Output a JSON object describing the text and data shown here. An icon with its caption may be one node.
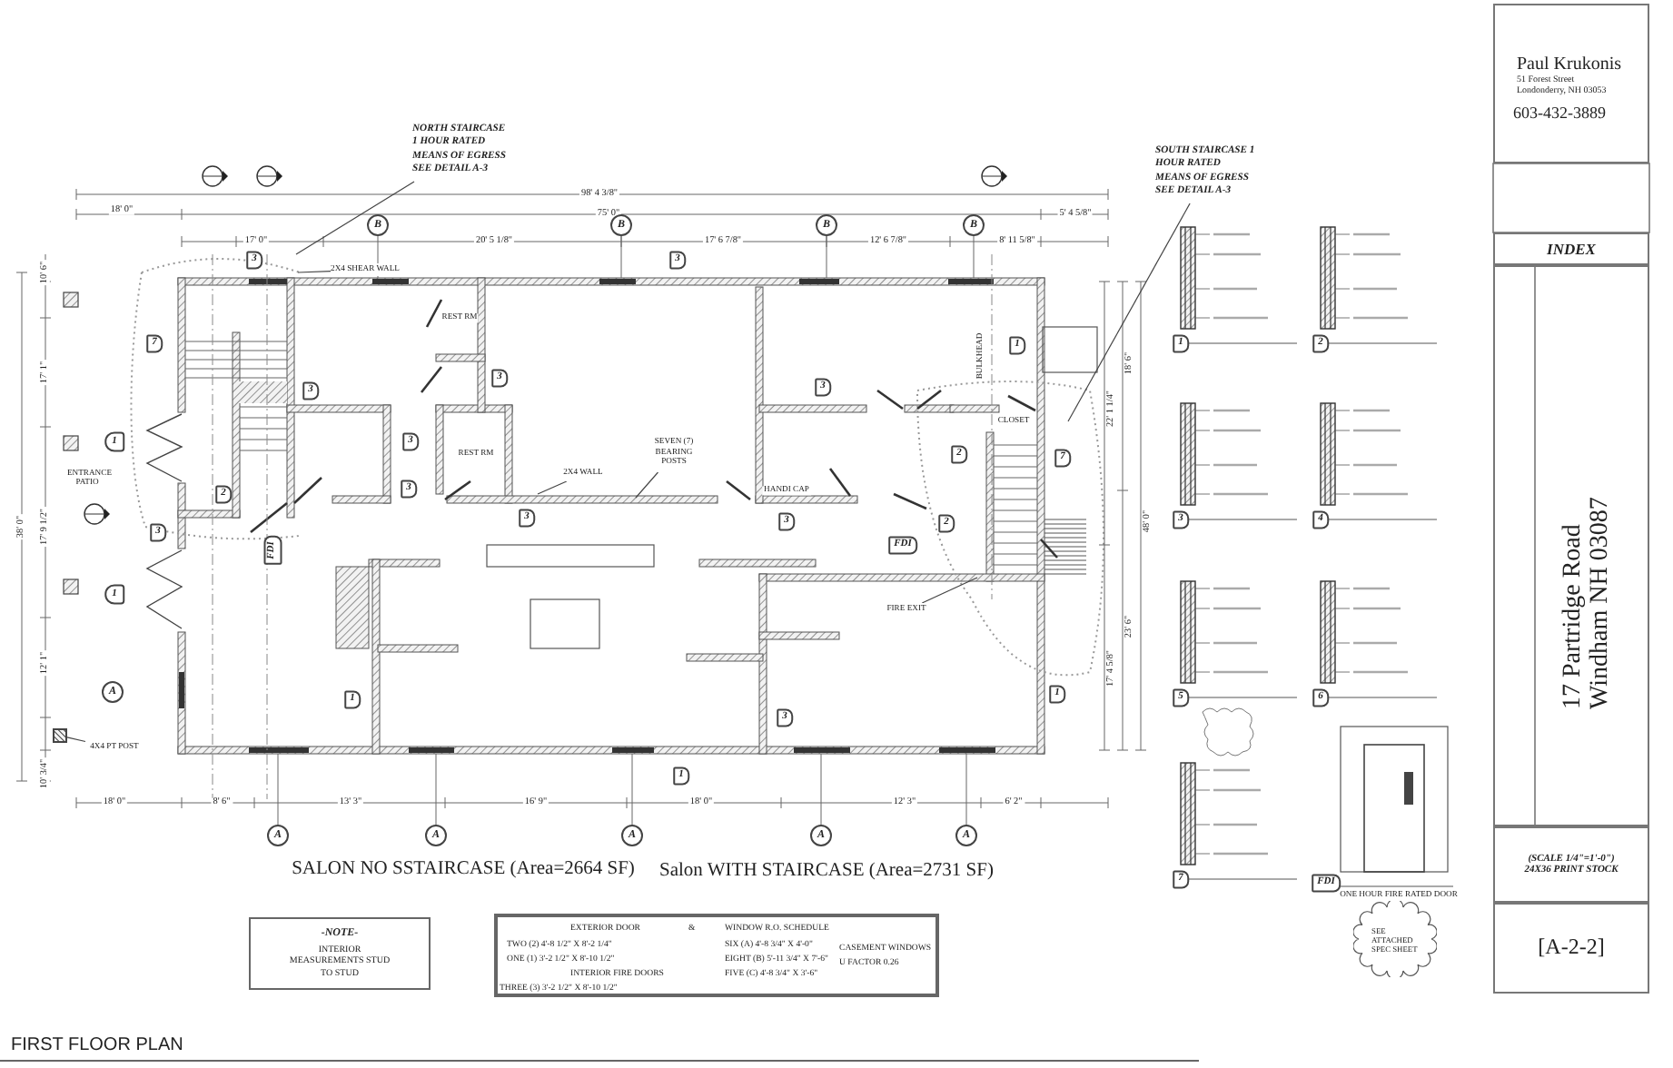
{
  "diagram": {
    "title": "FIRST FLOOR PLAN",
    "nodes": [
      {
        "text": [
          "NORTH STAIRCASE 1 HOUR RATED MEANS OF EGRESS SEE DETAIL A-3"
        ]
      },
      {
        "text": [
          "SOUTH STAIRCASE 1 HOUR RATED MEANS OF EGRESS SEE DETAIL A-3"
        ]
      },
      {
        "text": [
          "2X4 SHEAR WALL"
        ]
      },
      {
        "text": [
          "2X4 WALL"
        ]
      },
      {
        "text": [
          "SEVEN (7) BEARING POSTS"
        ]
      },
      {
        "text": [
          "4X4 PT POST"
        ]
      },
      {
        "text": [
          "FIRE EXIT"
        ]
      },
      {
        "text": [
          "-NOTE-",
          "INTERIOR MEASUREMENTS STUD TO STUD"
        ]
      },
      {
        "text": [
          "EXTERIOR DOOR",
          "&",
          "WINDOW R.O. SCHEDULE",
          "TWO (2) 4'-8 1/2\" X 8'-2 1/4\"",
          "ONE (1) 3'-2 1/2\" X 8'-10 1/2\"",
          "INTERIOR FIRE DOORS",
          "THREE (3) 3'-2 1/2\" X 8'-10 1/2\"",
          "SIX (A) 4'-8 3/4\" X 4'-0\"",
          "EIGHT (B) 5'-11 3/4\" X 7'-6\"",
          "FIVE (C) 4'-8 3/4\" X 3'-6\"",
          "CASEMENT WINDOWS",
          "U FACTOR 0.26"
        ]
      },
      {
        "text": [
          "Paul Krukonis",
          "51 Forest Street",
          "Londonderry, NH 03053",
          "603-432-3889"
        ]
      },
      {
        "text": [
          "INDEX"
        ]
      },
      {
        "text": [
          "17 Partridge Road",
          "Windham NH 03087"
        ]
      },
      {
        "text": [
          "(SCALE 1/4\"=1'-0\")",
          "24X36 PRINT STOCK"
        ]
      },
      {
        "text": [
          "[A-2-2]"
        ]
      },
      {
        "text": [
          "SEE ATTACHED SPEC SHEET"
        ]
      },
      {
        "text": [],
        "shape": "box"
      }
    ],
    "edges": [
      {
        "from": 0,
        "to": null,
        "arrow": "none"
      },
      {
        "from": 1,
        "to": null,
        "arrow": "none"
      },
      {
        "from": 2,
        "to": null,
        "arrow": "none"
      },
      {
        "from": 3,
        "to": null,
        "arrow": "none"
      },
      {
        "from": 4,
        "to": null,
        "arrow": "none"
      },
      {
        "from": 5,
        "to": 15,
        "arrow": "none"
      },
      {
        "from": 6,
        "to": null,
        "arrow": "none"
      }
    ],
    "labels": [
      "98' 4 3/8\"",
      "18' 0\"",
      "75' 0\"",
      "5' 4 5/8\"",
      "B",
      "B",
      "B",
      "B",
      "17' 0\"",
      "20' 5 1/8\"",
      "17' 6 7/8\"",
      "12' 6 7/8\"",
      "8' 11 5/8\"",
      "3",
      "3",
      "10' 6\"",
      "17' 1\"",
      "17' 9 1/2\"",
      "38' 0\"",
      "12' 1\"",
      "10' 3/4\"",
      "7",
      "1",
      "ENTRANCE PATIO",
      "2",
      "3",
      "1",
      "A",
      "FDI",
      "REST RM",
      "3",
      "3",
      "3",
      "REST RM",
      "3",
      "3",
      "1",
      "HANDI CAP",
      "3",
      "3",
      "1",
      "BULKHEAD",
      "CLOSET",
      "2",
      "7",
      "FDI",
      "2",
      "1",
      "3",
      "1",
      "22' 1 1/4\"",
      "18' 6\"",
      "48' 0\"",
      "23' 6\"",
      "17' 4 5/8\"",
      "18' 0\"",
      "8' 6\"",
      "13' 3\"",
      "16' 9\"",
      "18' 0\"",
      "12' 3\"",
      "6' 2\"",
      "A",
      "A",
      "A",
      "A",
      "A",
      "SALON NO SSTAIRCASE (Area=2664 SF)",
      "Salon WITH STAIRCASE (Area=2731 SF)",
      "1",
      "2",
      "3",
      "4",
      "5",
      "6",
      "7",
      "FDI",
      "ONE HOUR FIRE RATED DOOR"
    ]
  }
}
